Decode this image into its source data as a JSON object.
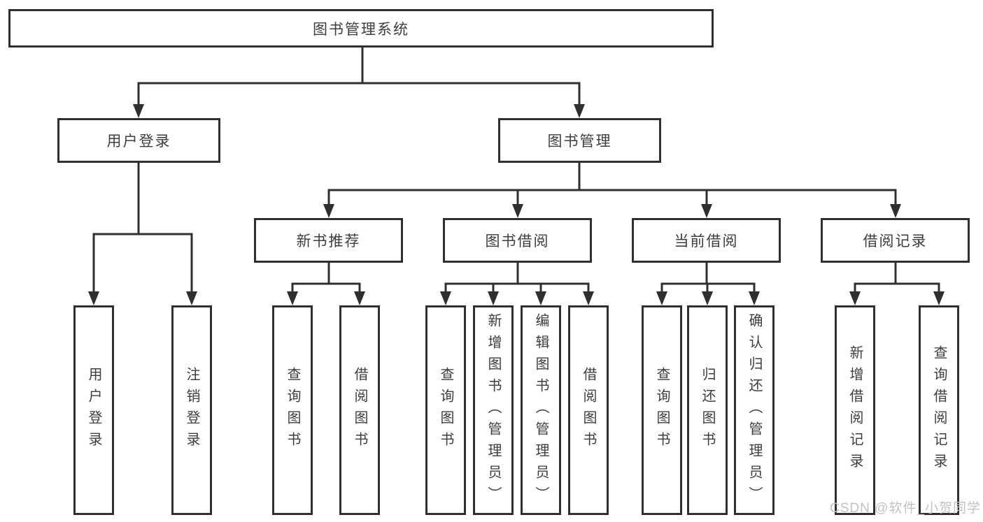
{
  "diagram_title": "图书管理系统",
  "tree": {
    "root": "图书管理系统",
    "branches": [
      {
        "label": "用户登录",
        "children": [
          {
            "label": "用户登录"
          },
          {
            "label": "注销登录"
          }
        ]
      },
      {
        "label": "图书管理",
        "children": [
          {
            "label": "新书推荐",
            "children": [
              {
                "label": "查询图书"
              },
              {
                "label": "借阅图书"
              }
            ]
          },
          {
            "label": "图书借阅",
            "children": [
              {
                "label": "查询图书"
              },
              {
                "label": "新增图书（管理员）"
              },
              {
                "label": "编辑图书（管理员）"
              },
              {
                "label": "借阅图书"
              }
            ]
          },
          {
            "label": "当前借阅",
            "children": [
              {
                "label": "查询图书"
              },
              {
                "label": "归还图书"
              },
              {
                "label": "确认归还（管理员）"
              }
            ]
          },
          {
            "label": "借阅记录",
            "children": [
              {
                "label": "新增借阅记录"
              },
              {
                "label": "查询借阅记录"
              }
            ]
          }
        ]
      }
    ]
  },
  "watermark": "CSDN @软件_小贺同学",
  "colors": {
    "line": "#2f2f2f",
    "box_border": "#2f2f2f",
    "text": "#3d3d3d",
    "watermark": "#c2c2c2",
    "background": "#ffffff"
  }
}
